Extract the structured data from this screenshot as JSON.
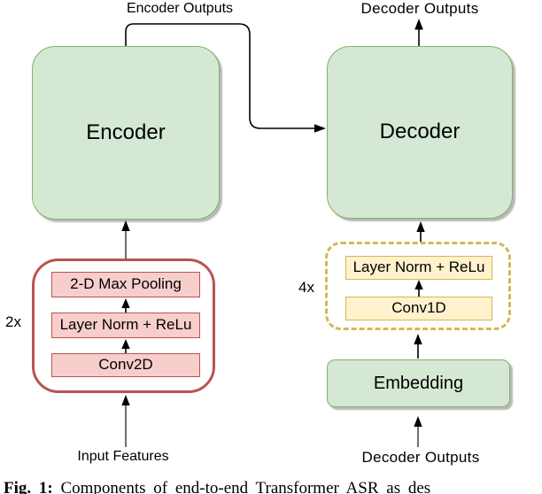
{
  "colors": {
    "green_fill": "#d5e8d4",
    "green_border": "#82b366",
    "pink_fill": "#f8cecc",
    "red_border": "#b85450",
    "yellow_fill": "#fff2cc",
    "yellow_border": "#d6b656",
    "line_black": "#000000",
    "line_gray": "#4d4d4d"
  },
  "labels": {
    "encoder_outputs_top": "Encoder Outputs",
    "decoder_outputs_top": "Decoder Outputs",
    "input_features": "Input Features",
    "decoder_outputs_bottom": "Decoder Outputs",
    "encoder_stack_multiplier": "2x",
    "decoder_stack_multiplier": "4x"
  },
  "blocks": {
    "encoder": "Encoder",
    "decoder": "Decoder",
    "embedding": "Embedding",
    "encoder_stack": [
      "2-D Max Pooling",
      "Layer Norm + ReLu",
      "Conv2D"
    ],
    "decoder_stack": [
      "Layer Norm + ReLu",
      "Conv1D"
    ]
  },
  "arrows": [
    {
      "from": "input-features",
      "to": "encoder-conv-container"
    },
    {
      "from": "conv2d",
      "to": "layer-norm-relu-encoder"
    },
    {
      "from": "layer-norm-relu-encoder",
      "to": "2d-max-pooling"
    },
    {
      "from": "encoder-conv-container",
      "to": "encoder"
    },
    {
      "from": "encoder",
      "to": "decoder",
      "via": "encoder-outputs-elbow"
    },
    {
      "from": "decoder",
      "to": "decoder-outputs-top"
    },
    {
      "from": "decoder-outputs-bottom",
      "to": "embedding"
    },
    {
      "from": "embedding",
      "to": "decoder-conv-container"
    },
    {
      "from": "conv1d",
      "to": "layer-norm-relu-decoder"
    },
    {
      "from": "decoder-conv-container",
      "to": "decoder"
    }
  ],
  "caption": {
    "tag": "Fig. 1:",
    "text": " Components of end-to-end Transformer ASR as des"
  }
}
